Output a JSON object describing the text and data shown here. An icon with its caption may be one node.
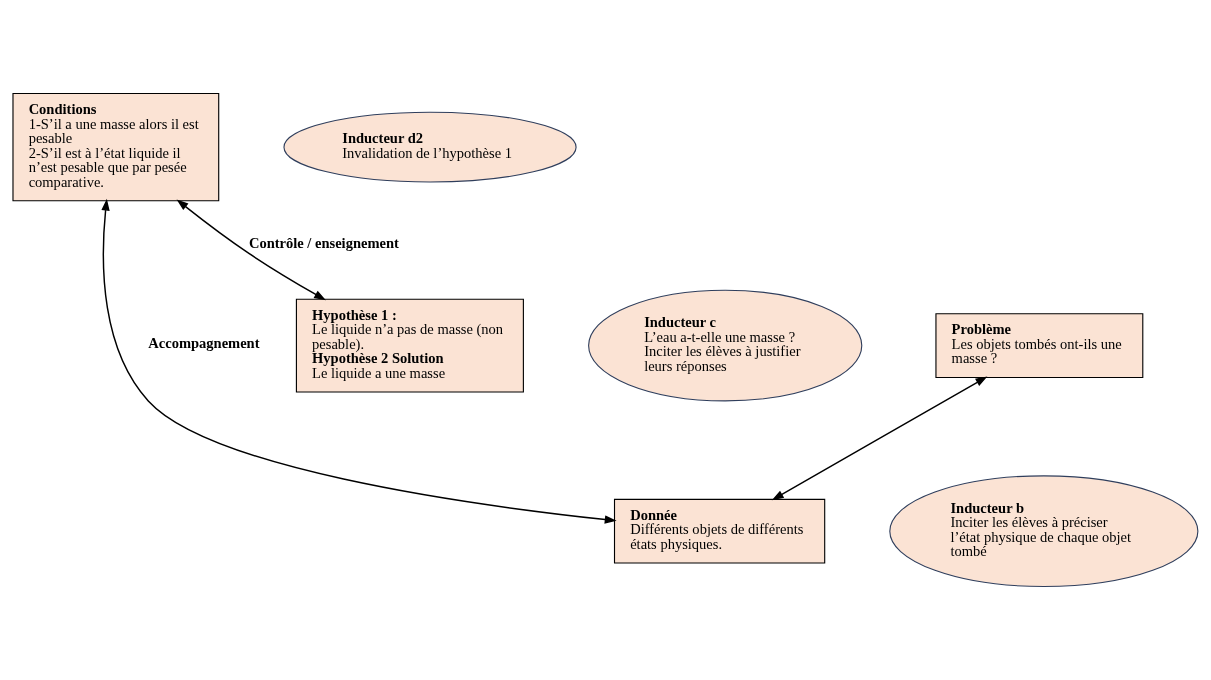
{
  "diagram": {
    "nodes": [
      {
        "text": [
          "Conditions",
          "1-S’il a une masse alors il est pesable",
          "2-S’il est à l’état liquide il n’est pesable que par pesée comparative."
        ]
      },
      {
        "text": [
          "Inducteur d2",
          "Invalidation de l’hypothèse 1"
        ]
      },
      {
        "text": [
          "Problème",
          "Les objets tombés ont-ils une masse ?"
        ]
      },
      {
        "text": [
          "Inducteur c",
          "L’eau a-t-elle une masse ?",
          "Inciter les élèves à justifier leurs réponses"
        ]
      },
      {
        "text": [
          "Hypothèse 1 :",
          "Le liquide n’a pas de masse (non pesable).",
          "Hypothèse 2 Solution",
          "Le liquide a une masse"
        ]
      },
      {
        "text": [
          "Inducteur b",
          "Inciter les élèves à préciser l’état physique de chaque objet tombé"
        ]
      },
      {
        "text": [
          "Donnée",
          "Différents objets de différents états physiques."
        ]
      }
    ],
    "edges": [
      {
        "from": 0,
        "to": 4,
        "arrow": "both",
        "label": "Contrôle / enseignement"
      },
      {
        "from": 0,
        "to": 6,
        "arrow": "both",
        "label": "Accompagnement"
      },
      {
        "from": 2,
        "to": 6,
        "arrow": "both"
      }
    ]
  }
}
